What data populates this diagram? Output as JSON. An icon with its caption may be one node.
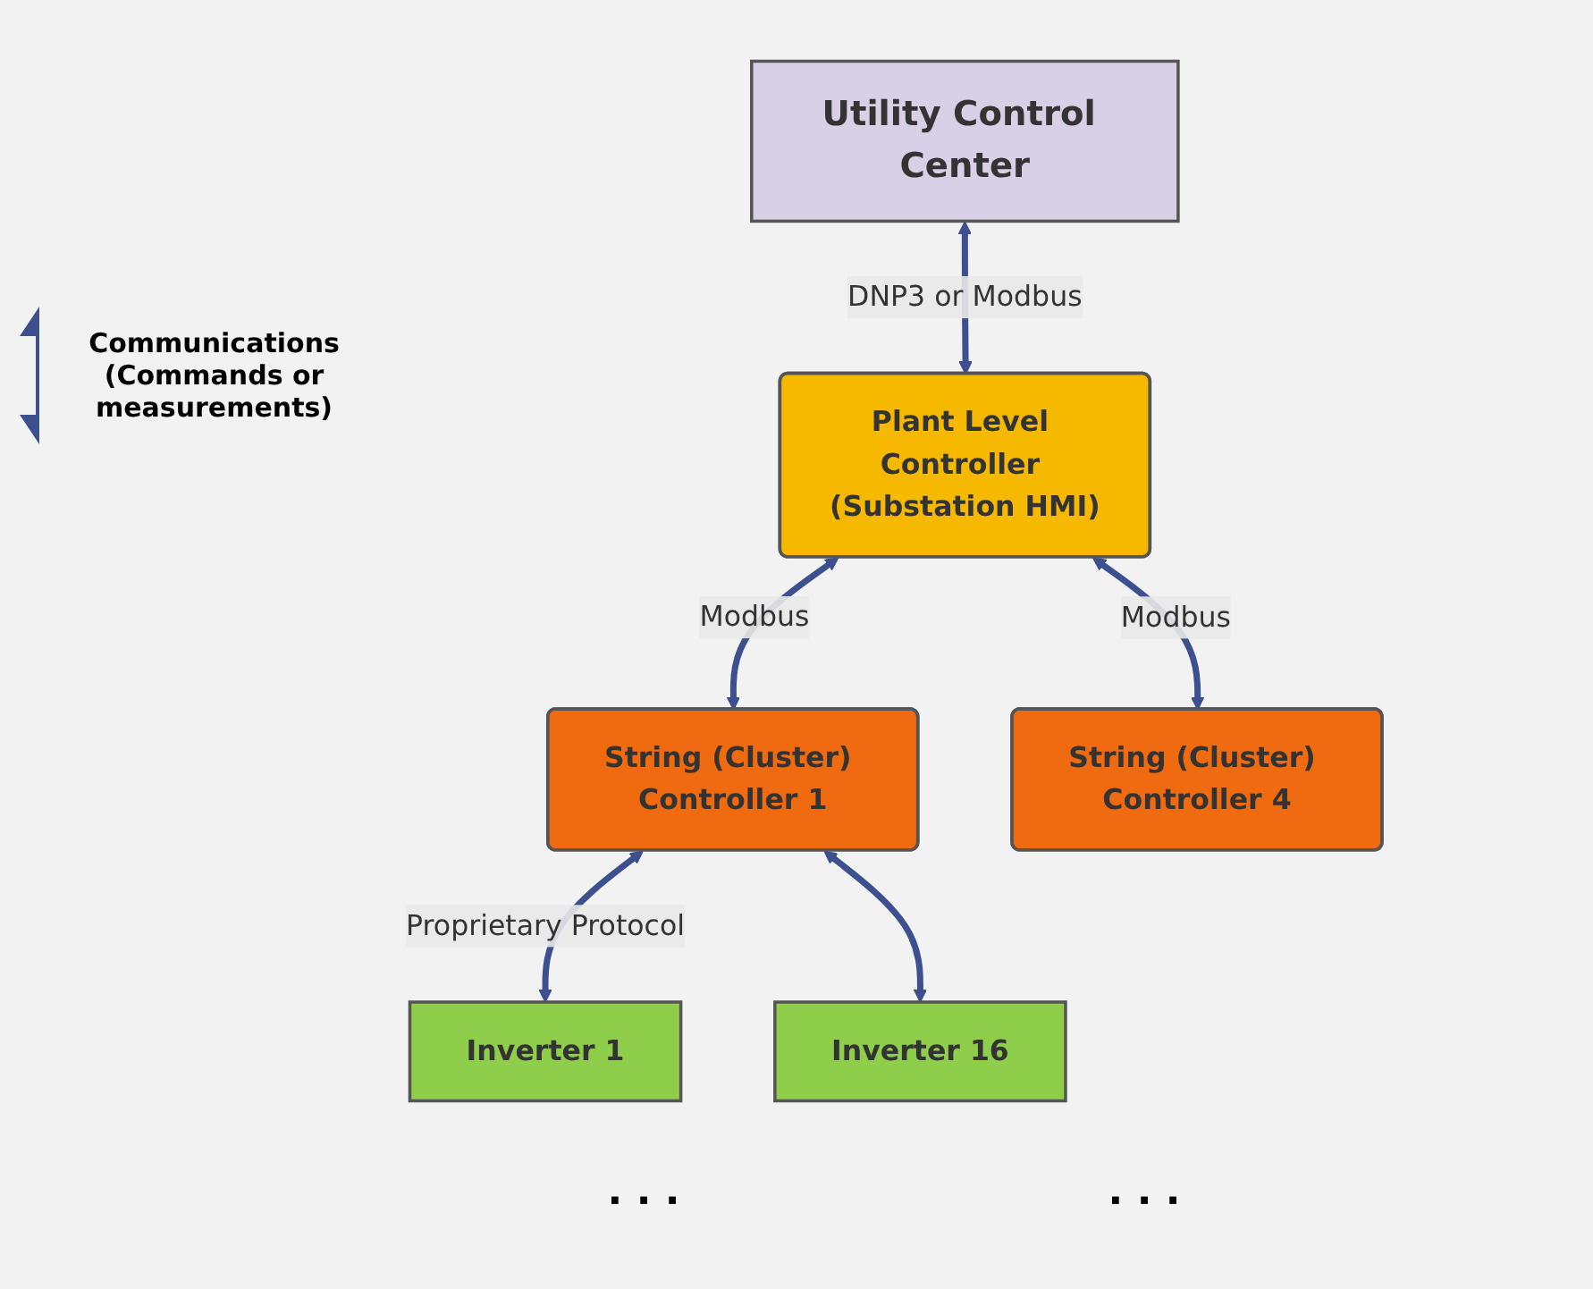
{
  "diagram": {
    "nodes": [
      {
        "text": [
          "Utility Control Center"
        ]
      },
      {
        "text": [
          "Plant Level Controller (Substation HMI)"
        ]
      },
      {
        "text": [
          "String (Cluster) Controller 1"
        ]
      },
      {
        "text": [
          "String (Cluster) Controller 4"
        ]
      },
      {
        "text": [
          "Inverter 1"
        ]
      },
      {
        "text": [
          "Inverter 16"
        ]
      }
    ],
    "edges": [
      {
        "from": 0,
        "to": 1,
        "arrow": "both",
        "label": "DNP3 or Modbus"
      },
      {
        "from": 1,
        "to": 2,
        "arrow": "both",
        "label": "Modbus"
      },
      {
        "from": 1,
        "to": 3,
        "arrow": "both",
        "label": "Modbus"
      },
      {
        "from": 2,
        "to": 4,
        "arrow": "both",
        "label": "Proprietary Protocol"
      },
      {
        "from": 2,
        "to": 5,
        "arrow": "both"
      }
    ],
    "labels": [
      "· · ·",
      "· · ·"
    ],
    "legend": [
      {
        "text": "Communications (Commands or measurements)"
      }
    ]
  }
}
